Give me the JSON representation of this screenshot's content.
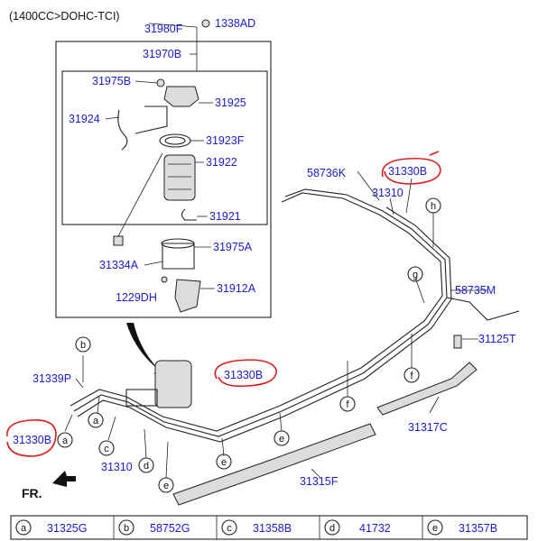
{
  "header": "(1400CC>DOHC-TCI)",
  "front_label": "FR.",
  "part_labels": {
    "p31980F": "31980F",
    "p1338AD": "1338AD",
    "p31970B": "31970B",
    "p31975B": "31975B",
    "p31925": "31925",
    "p31924": "31924",
    "p31923F": "31923F",
    "p31922": "31922",
    "p31921": "31921",
    "p31975A": "31975A",
    "p31334A": "31334A",
    "p1229DH": "1229DH",
    "p31912A": "31912A",
    "p58736K": "58736K",
    "p31330B_top": "31330B",
    "p31310_top": "31310",
    "p58735M": "58735M",
    "p31125T": "31125T",
    "p31330B_mid": "31330B",
    "p31339P": "31339P",
    "p31330B_left": "31330B",
    "p31310_bot": "31310",
    "p31317C": "31317C",
    "p31315F": "31315F"
  },
  "callouts": {
    "a1": "a",
    "b1": "b",
    "c1": "c",
    "d1": "d",
    "e1": "e",
    "e2": "e",
    "e3": "e",
    "f1": "f",
    "f2": "f",
    "g1": "g",
    "h1": "h"
  },
  "legend": [
    {
      "letter": "a",
      "part": "31325G"
    },
    {
      "letter": "b",
      "part": "58752G"
    },
    {
      "letter": "c",
      "part": "31358B"
    },
    {
      "letter": "d",
      "part": "41732"
    },
    {
      "letter": "e",
      "part": "31357B"
    }
  ]
}
